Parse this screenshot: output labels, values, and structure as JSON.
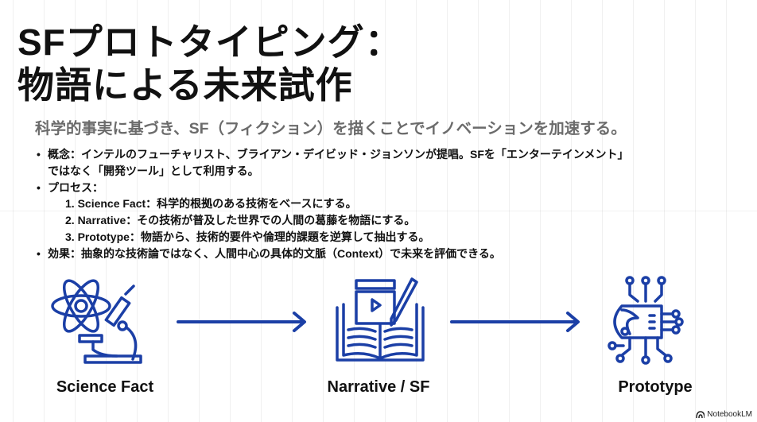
{
  "title": {
    "line1": "SFプロトタイピング：",
    "line2": "物語による未来試作"
  },
  "subtitle": "科学的事実に基づき、SF（フィクション）を描くことでイノベーションを加速する。",
  "bullets": [
    {
      "text": "概念：インテルのフューチャリスト、ブライアン・デイビッド・ジョンソンが提唱。SFを「エンターテインメント」"
    },
    {
      "text": "ではなく「開発ツール」として利用する。"
    },
    {
      "text": "プロセス："
    },
    {
      "text": "1. Science Fact：科学的根拠のある技術をベースにする。"
    },
    {
      "text": "2. Narrative：その技術が普及した世界での人間の葛藤を物語にする。"
    },
    {
      "text": "3. Prototype：物語から、技術的要件や倫理的課題を逆算して抽出する。"
    },
    {
      "text": "効果：抽象的な技術論ではなく、人間中心の具体的文脈（Context）で未来を評価できる。"
    }
  ],
  "flow": [
    {
      "label": "Science Fact",
      "icon": "atom-microscope-icon"
    },
    {
      "label": "Narrative / SF",
      "icon": "book-clapper-pen-icon"
    },
    {
      "label": "Prototype",
      "icon": "robot-circuit-icon"
    }
  ],
  "brand": "NotebookLM",
  "colors": {
    "accent": "#1b3fa6",
    "subtitle": "#6b6b6b"
  }
}
